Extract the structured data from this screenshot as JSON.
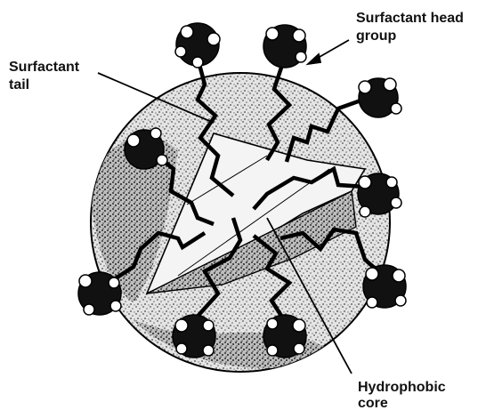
{
  "labels": {
    "surfactant_head": [
      "Surfactant head",
      "group"
    ],
    "surfactant_tail": [
      "Surfactant",
      "tail"
    ],
    "hydrophobic_core": [
      "Hydrophobic",
      "core"
    ]
  },
  "colors": {
    "ink": "#000000",
    "shading_light": "#d8d8d8",
    "shading_dark": "#9a9a9a",
    "background": "#ffffff"
  }
}
